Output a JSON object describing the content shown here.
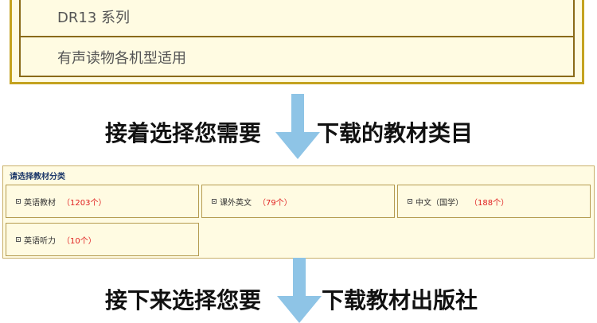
{
  "models": [
    {
      "label": "DR13 系列"
    },
    {
      "label": "有声读物各机型适用"
    }
  ],
  "instruction1": {
    "left": "接着选择您需要",
    "right": "下载的教材类目"
  },
  "category_panel": {
    "title": "请选择教材分类",
    "items": [
      {
        "label": "英语教材",
        "count": "（1203个）"
      },
      {
        "label": "课外英文",
        "count": "（79个）"
      },
      {
        "label": "中文（国学）",
        "count": "（188个）"
      },
      {
        "label": "英语听力",
        "count": "（10个）"
      }
    ]
  },
  "instruction2": {
    "left": "接下来选择您要",
    "right": "下载教材出版社"
  },
  "colors": {
    "panel_bg": "#fffbe2",
    "panel_border": "#c4a21f",
    "arrow": "#8ec4e6",
    "count_red": "#e02020",
    "title_blue": "#1f3a6b"
  }
}
